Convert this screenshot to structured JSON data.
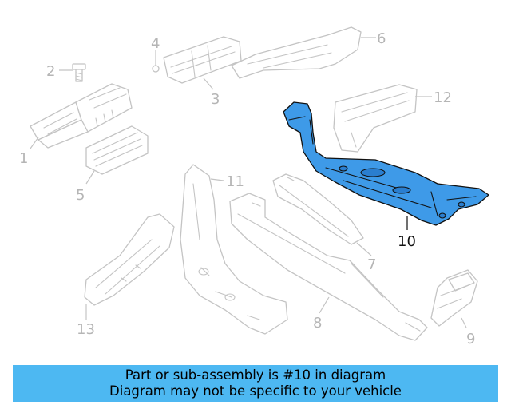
{
  "callouts": {
    "c1": "1",
    "c2": "2",
    "c3": "3",
    "c4": "4",
    "c5": "5",
    "c6": "6",
    "c7": "7",
    "c8": "8",
    "c9": "9",
    "c10": "10",
    "c11": "11",
    "c12": "12",
    "c13": "13"
  },
  "highlighted_part": "10",
  "colors": {
    "highlight": "#3e9ae8",
    "banner": "#4db8f2",
    "outline": "#c4c4c4"
  },
  "banner": {
    "line1": "Part or sub-assembly is #10 in diagram",
    "line2": "Diagram may not be specific to your vehicle"
  }
}
